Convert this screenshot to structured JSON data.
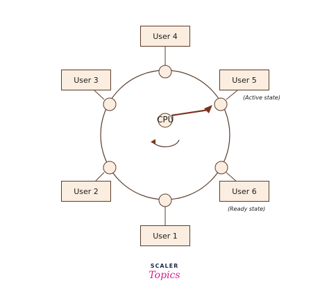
{
  "diagram": {
    "center_label": "CPU",
    "users": [
      {
        "id": "user-4",
        "label": "User 4",
        "note": ""
      },
      {
        "id": "user-5",
        "label": "User 5",
        "note": "(Active state)"
      },
      {
        "id": "user-6",
        "label": "User 6",
        "note": "(Ready state)"
      },
      {
        "id": "user-1",
        "label": "User 1",
        "note": ""
      },
      {
        "id": "user-2",
        "label": "User 2",
        "note": ""
      },
      {
        "id": "user-3",
        "label": "User 3",
        "note": ""
      }
    ],
    "colors": {
      "box_fill": "#fbeee0",
      "box_border": "#5a3a28",
      "ring": "#5a3a28",
      "node_fill": "#fbeee0",
      "pointer": "#7a3520"
    }
  },
  "branding": {
    "line1": "SCALER",
    "line2": "Topics"
  }
}
